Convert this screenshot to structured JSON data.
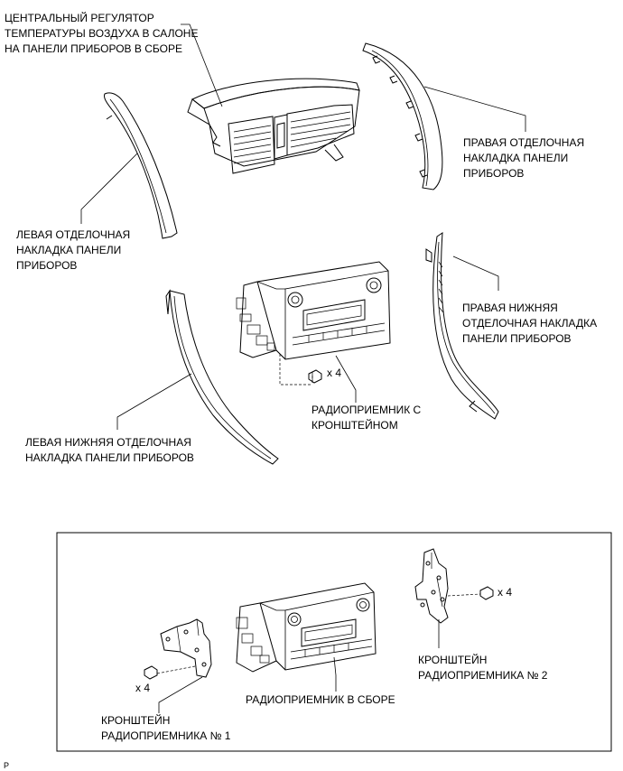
{
  "labels": {
    "center_register": [
      "ЦЕНТРАЛЬНЫЙ РЕГУЛЯТОР",
      "ТЕМПЕРАТУРЫ ВОЗДУХА В САЛОНЕ",
      "НА ПАНЕЛИ ПРИБОРОВ В СБОРЕ"
    ],
    "right_finish": [
      "ПРАВАЯ ОТДЕЛОЧНАЯ",
      "НАКЛАДКА ПАНЕЛИ",
      "ПРИБОРОВ"
    ],
    "left_finish": [
      "ЛЕВАЯ ОТДЕЛОЧНАЯ",
      "НАКЛАДКА ПАНЕЛИ",
      "ПРИБОРОВ"
    ],
    "right_lower_finish": [
      "ПРАВАЯ НИЖНЯЯ",
      "ОТДЕЛОЧНАЯ НАКЛАДКА",
      "ПАНЕЛИ ПРИБОРОВ"
    ],
    "radio_with_bracket": [
      "РАДИОПРИЕМНИК С",
      "КРОНШТЕЙНОМ"
    ],
    "left_lower_finish": [
      "ЛЕВАЯ НИЖНЯЯ ОТДЕЛОЧНАЯ",
      "НАКЛАДКА ПАНЕЛИ ПРИБОРОВ"
    ],
    "bracket_no2": [
      "КРОНШТЕЙН",
      "РАДИОПРИЕМНИКА № 2"
    ],
    "radio_assembly": [
      "РАДИОПРИЕМНИК В СБОРЕ"
    ],
    "bracket_no1": [
      "КРОНШТЕЙН",
      "РАДИОПРИЕМНИКА № 1"
    ]
  },
  "screw_counts": {
    "top_radio": "x 4",
    "bracket_right": "x 4",
    "bracket_left": "x 4"
  },
  "reference_mark": "P"
}
